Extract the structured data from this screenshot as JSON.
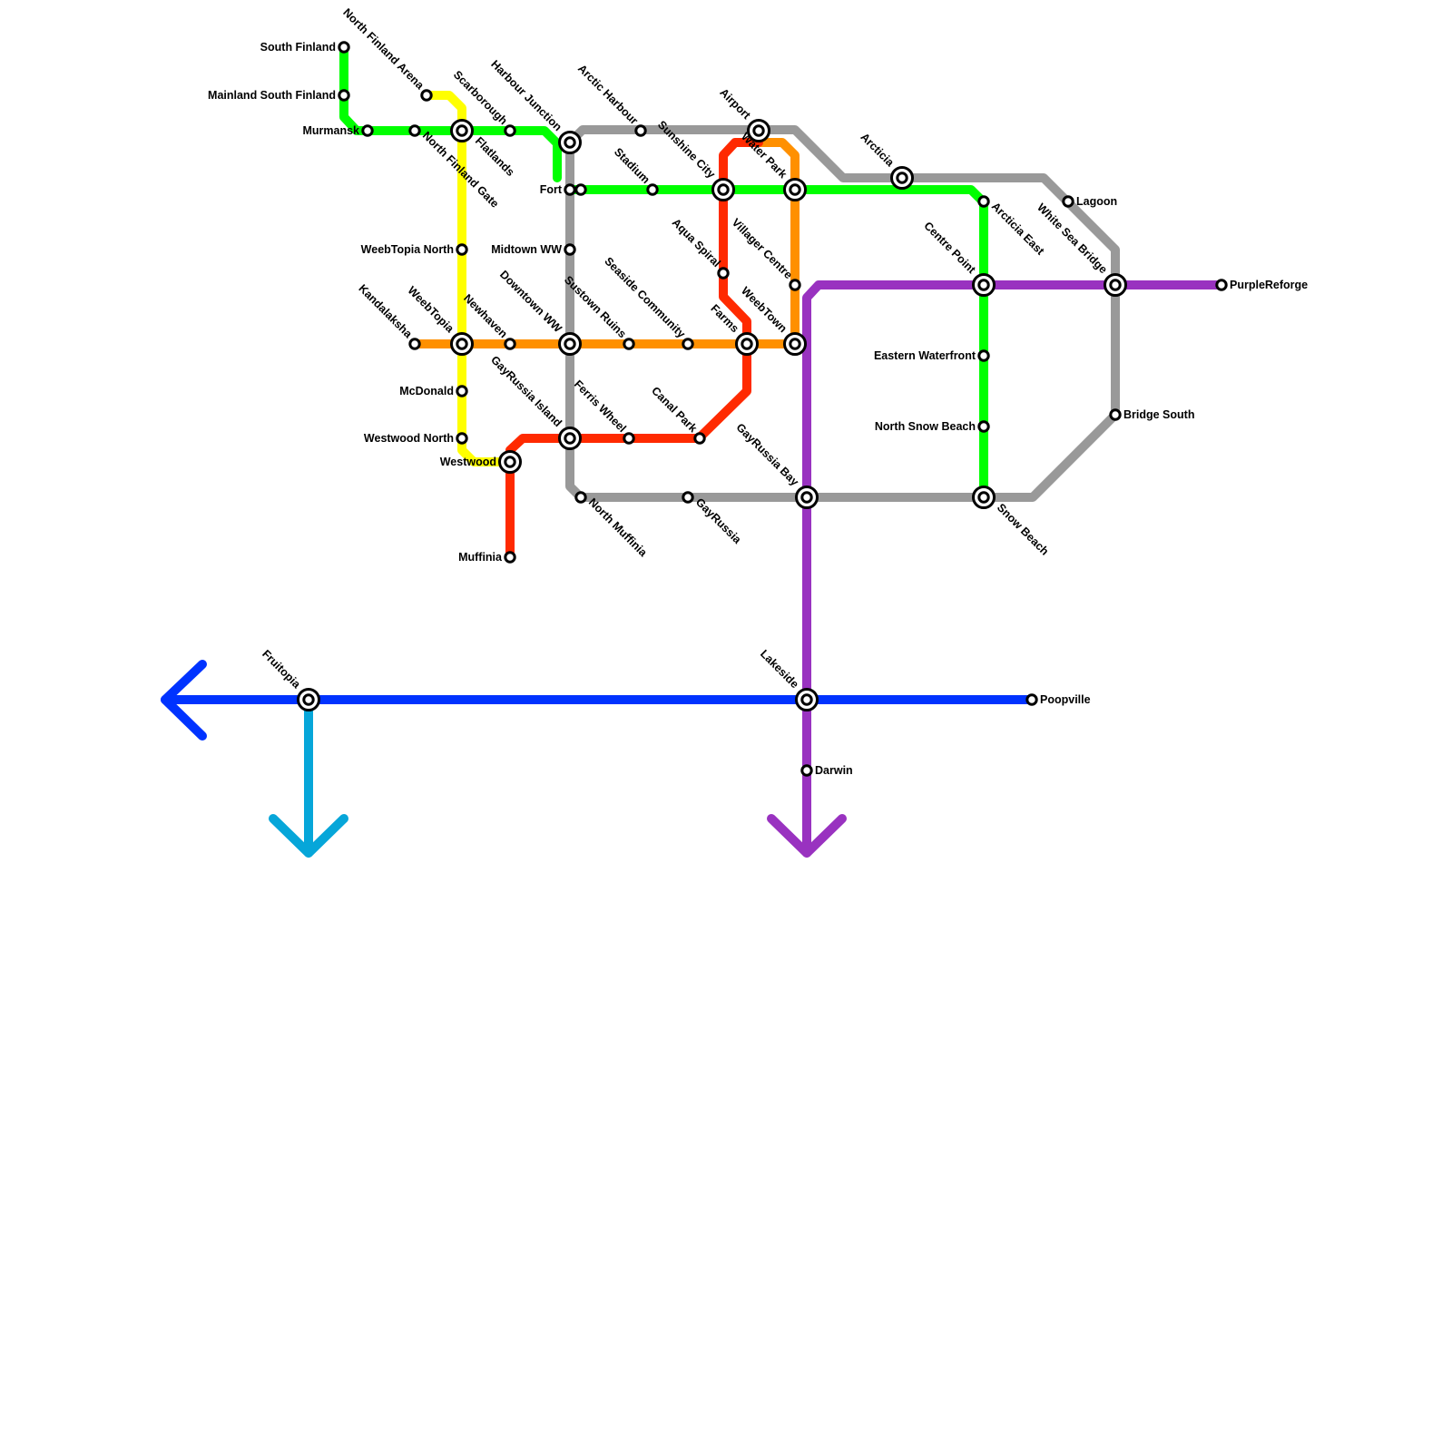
{
  "colors": {
    "green": "#00ff00",
    "yellow": "#ffff00",
    "orange": "#ff9000",
    "red": "#ff2a00",
    "gray": "#999999",
    "purple": "#9932c0",
    "blue": "#0033ff",
    "lightblue": "#06a6d9"
  },
  "lines": [
    {
      "id": "green-line",
      "color": "green"
    },
    {
      "id": "yellow-line",
      "color": "yellow"
    },
    {
      "id": "orange-line",
      "color": "orange"
    },
    {
      "id": "red-line",
      "color": "red"
    },
    {
      "id": "gray-line",
      "color": "gray"
    },
    {
      "id": "purple-line",
      "color": "purple"
    },
    {
      "id": "blue-line",
      "color": "blue"
    },
    {
      "id": "lightblue-line",
      "color": "lightblue"
    }
  ],
  "stations": [
    {
      "name": "South Finland",
      "interchange": false
    },
    {
      "name": "Mainland South Finland",
      "interchange": false
    },
    {
      "name": "Murmansk",
      "interchange": false
    },
    {
      "name": "North Finland Gate",
      "interchange": false
    },
    {
      "name": "North Finland Arena",
      "interchange": false
    },
    {
      "name": "Flatlands",
      "interchange": true
    },
    {
      "name": "Scarborough",
      "interchange": false
    },
    {
      "name": "Harbour Junction",
      "interchange": true
    },
    {
      "name": "Fort",
      "interchange": false
    },
    {
      "name": "Arctic Harbour",
      "interchange": false
    },
    {
      "name": "Stadium",
      "interchange": false
    },
    {
      "name": "Sunshine City",
      "interchange": true
    },
    {
      "name": "Airport",
      "interchange": true
    },
    {
      "name": "Water Park",
      "interchange": true
    },
    {
      "name": "Arcticia",
      "interchange": true
    },
    {
      "name": "Arcticia East",
      "interchange": false
    },
    {
      "name": "Lagoon",
      "interchange": false
    },
    {
      "name": "White Sea Bridge",
      "interchange": true
    },
    {
      "name": "PurpleReforge",
      "interchange": false
    },
    {
      "name": "Centre Point",
      "interchange": true
    },
    {
      "name": "WeebTopia North",
      "interchange": false
    },
    {
      "name": "Midtown WW",
      "interchange": false
    },
    {
      "name": "Aqua Spiral",
      "interchange": false
    },
    {
      "name": "Villager Centre",
      "interchange": false
    },
    {
      "name": "Kandalaksha",
      "interchange": false
    },
    {
      "name": "WeebTopia",
      "interchange": true
    },
    {
      "name": "Newhaven",
      "interchange": false
    },
    {
      "name": "Downtown WW",
      "interchange": true
    },
    {
      "name": "Sustown Ruins",
      "interchange": false
    },
    {
      "name": "Seaside Community",
      "interchange": false
    },
    {
      "name": "Farms",
      "interchange": true
    },
    {
      "name": "WeebTown",
      "interchange": true
    },
    {
      "name": "Eastern Waterfront",
      "interchange": false
    },
    {
      "name": "McDonald",
      "interchange": false
    },
    {
      "name": "Westwood North",
      "interchange": false
    },
    {
      "name": "Westwood",
      "interchange": true
    },
    {
      "name": "GayRussia Island",
      "interchange": true
    },
    {
      "name": "Ferris Wheel",
      "interchange": false
    },
    {
      "name": "Canal Park",
      "interchange": false
    },
    {
      "name": "North Snow Beach",
      "interchange": false
    },
    {
      "name": "Bridge South",
      "interchange": false
    },
    {
      "name": "North Muffinia",
      "interchange": false
    },
    {
      "name": "GayRussia",
      "interchange": false
    },
    {
      "name": "GayRussia Bay",
      "interchange": true
    },
    {
      "name": "Snow Beach",
      "interchange": true
    },
    {
      "name": "Muffinia",
      "interchange": false
    },
    {
      "name": "Fruitopia",
      "interchange": true
    },
    {
      "name": "Lakeside",
      "interchange": true
    },
    {
      "name": "Poopville",
      "interchange": false
    },
    {
      "name": "Darwin",
      "interchange": false
    }
  ]
}
